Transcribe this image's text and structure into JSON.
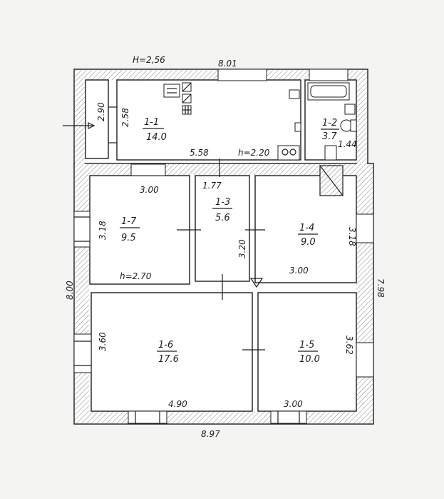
{
  "rooms": [
    {
      "id": "1-1",
      "area": "14.0"
    },
    {
      "id": "1-2",
      "area": "3.7"
    },
    {
      "id": "1-3",
      "area": "5.6"
    },
    {
      "id": "1-4",
      "area": "9.0"
    },
    {
      "id": "1-5",
      "area": "10.0"
    },
    {
      "id": "1-6",
      "area": "17.6"
    },
    {
      "id": "1-7",
      "area": "9.5"
    }
  ],
  "dimensions": {
    "top_height": "H=2,56",
    "top_width": "8.01",
    "bottom_width": "8.97",
    "left_height": "8.00",
    "right_height": "7.98",
    "porch_width": "2.90",
    "kitchen_depth": "2.58",
    "kitchen_length": "5.58",
    "kitchen_ceiling": "h=2.20",
    "bath_depth": "1.44",
    "corridor_width": "1.77",
    "corridor_length": "3.20",
    "room17_width": "3.00",
    "room17_depth": "3.18",
    "room17_ceiling": "h=2.70",
    "room14_width": "3.00",
    "room14_depth": "3.18",
    "room16_width": "4.90",
    "room16_depth": "3.60",
    "room15_width": "3.00",
    "room15_depth": "3.62"
  }
}
